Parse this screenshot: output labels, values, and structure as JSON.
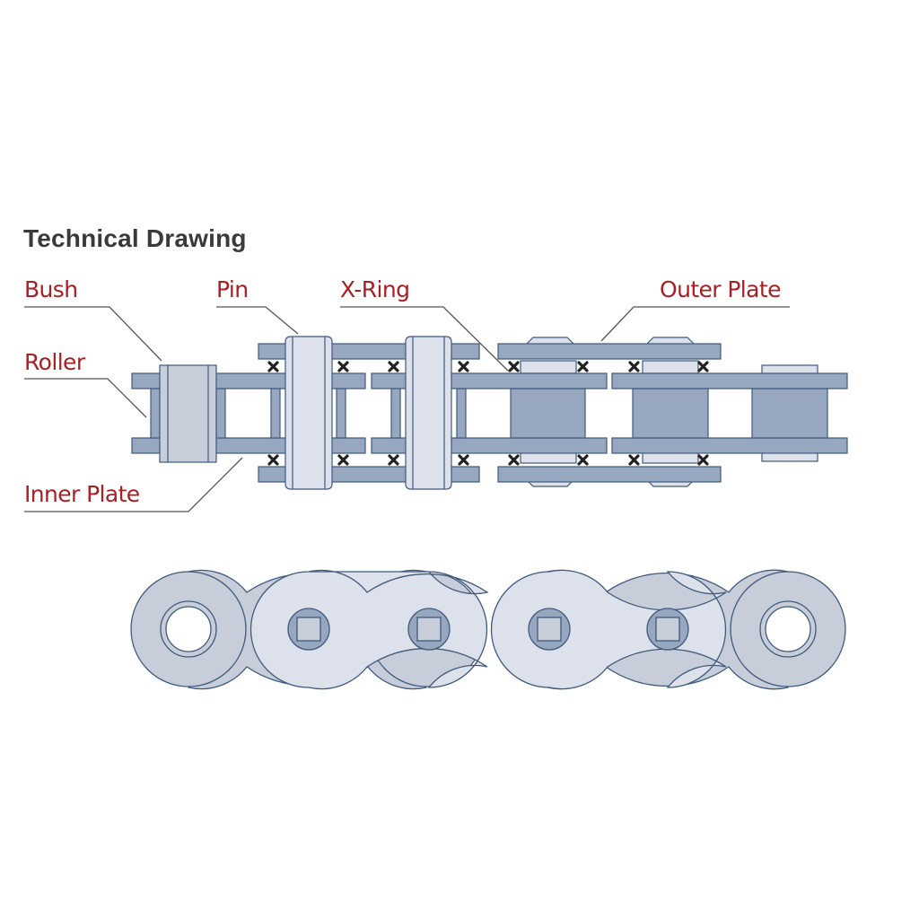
{
  "title": "Technical Drawing",
  "labels": {
    "bush": "Bush",
    "roller": "Roller",
    "inner_plate": "Inner Plate",
    "pin": "Pin",
    "x_ring": "X-Ring",
    "outer_plate": "Outer Plate"
  },
  "colors": {
    "label_text": "#a82024",
    "title_text": "#3a3a3a",
    "plate_fill": "#96a7bf",
    "plate_stroke": "#3f5a7c",
    "light_fill": "#dde1ec",
    "mid_fill": "#c7ced9",
    "leader_line": "#555555",
    "x_ring_mark": "#222222"
  }
}
